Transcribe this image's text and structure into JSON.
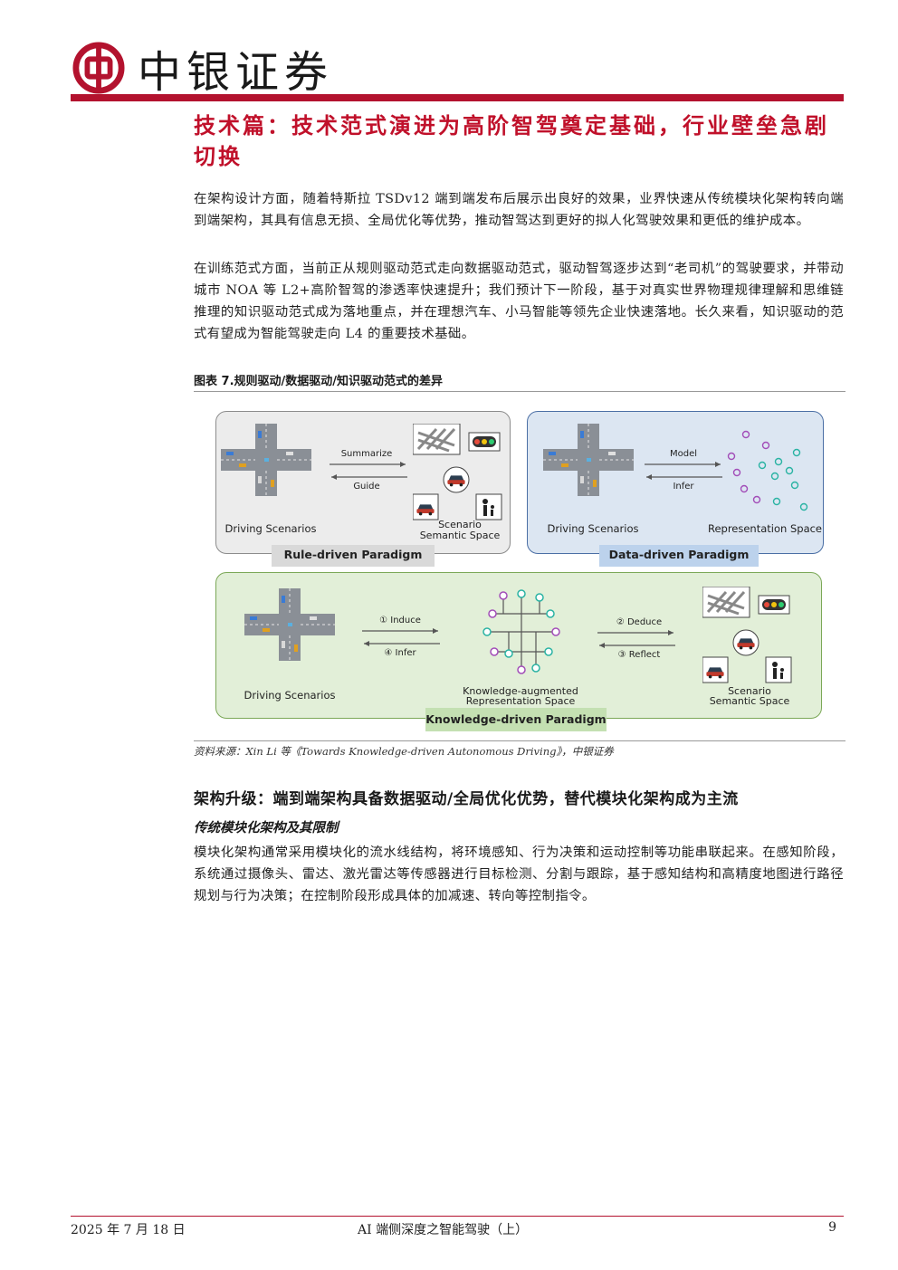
{
  "brand": {
    "name": "中银证券",
    "color": "#b3122e"
  },
  "section_title": "技术篇：技术范式演进为高阶智驾奠定基础，行业壁垒急剧切换",
  "paragraphs": [
    "在架构设计方面，随着特斯拉 TSDv12 端到端发布后展示出良好的效果，业界快速从传统模块化架构转向端到端架构，其具有信息无损、全局优化等优势，推动智驾达到更好的拟人化驾驶效果和更低的维护成本。",
    "在训练范式方面，当前正从规则驱动范式走向数据驱动范式，驱动智驾逐步达到“老司机”的驾驶要求，并带动城市 NOA 等 L2+高阶智驾的渗透率快速提升；我们预计下一阶段，基于对真实世界物理规律理解和思维链推理的知识驱动范式成为落地重点，并在理想汽车、小马智能等领先企业快速落地。长久来看，知识驱动的范式有望成为智能驾驶走向 L4 的重要技术基础。"
  ],
  "figure": {
    "caption": "图表 7.规则驱动/数据驱动/知识驱动范式的差异",
    "rule": {
      "tag": "Rule-driven Paradigm",
      "left_label": "Driving Scenarios",
      "top_arrow": "Summarize",
      "bottom_arrow": "Guide",
      "right_label_1": "Scenario",
      "right_label_2": "Semantic Space"
    },
    "data": {
      "tag": "Data-driven Paradigm",
      "left_label": "Driving Scenarios",
      "top_arrow": "Model",
      "bottom_arrow": "Infer",
      "right_label": "Representation Space"
    },
    "knowledge": {
      "tag": "Knowledge-driven Paradigm",
      "left_label": "Driving Scenarios",
      "arrow_1": "① Induce",
      "arrow_4": "④ Infer",
      "mid_label_1": "Knowledge-augmented",
      "mid_label_2": "Representation Space",
      "arrow_2": "② Deduce",
      "arrow_3": "③ Reflect",
      "right_label_1": "Scenario",
      "right_label_2": "Semantic Space"
    },
    "source": "资料来源：Xin Li 等《Towards Knowledge-driven Autonomous Driving》，中银证券"
  },
  "subheading": "架构升级：端到端架构具备数据驱动/全局优化优势，替代模块化架构成为主流",
  "subsubheading": "传统模块化架构及其限制",
  "paragraph_3": "模块化架构通常采用模块化的流水线结构，将环境感知、行为决策和运动控制等功能串联起来。在感知阶段，系统通过摄像头、雷达、激光雷达等传感器进行目标检测、分割与跟踪，基于感知结构和高精度地图进行路径规划与行为决策；在控制阶段形成具体的加减速、转向等控制指令。",
  "footer": {
    "date": "2025 年 7 月 18 日",
    "title": "AI 端侧深度之智能驾驶（上）",
    "page": "9"
  }
}
